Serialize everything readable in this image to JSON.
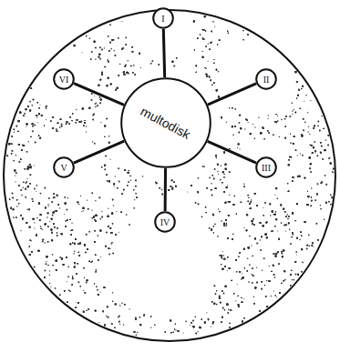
{
  "diagram": {
    "nodes": [
      {
        "text": [
          "multodisk"
        ]
      },
      {
        "text": [
          "I"
        ]
      },
      {
        "text": [
          "II"
        ]
      },
      {
        "text": [
          "III"
        ]
      },
      {
        "text": [
          "IV"
        ]
      },
      {
        "text": [
          "V"
        ]
      },
      {
        "text": [
          "VI"
        ]
      }
    ],
    "edges": [
      {
        "from": 0,
        "to": 1,
        "arrow": "none"
      },
      {
        "from": 0,
        "to": 2,
        "arrow": "none"
      },
      {
        "from": 0,
        "to": 3,
        "arrow": "none"
      },
      {
        "from": 0,
        "to": 4,
        "arrow": "none"
      },
      {
        "from": 0,
        "to": 5,
        "arrow": "none"
      },
      {
        "from": 0,
        "to": 6,
        "arrow": "none"
      }
    ]
  }
}
